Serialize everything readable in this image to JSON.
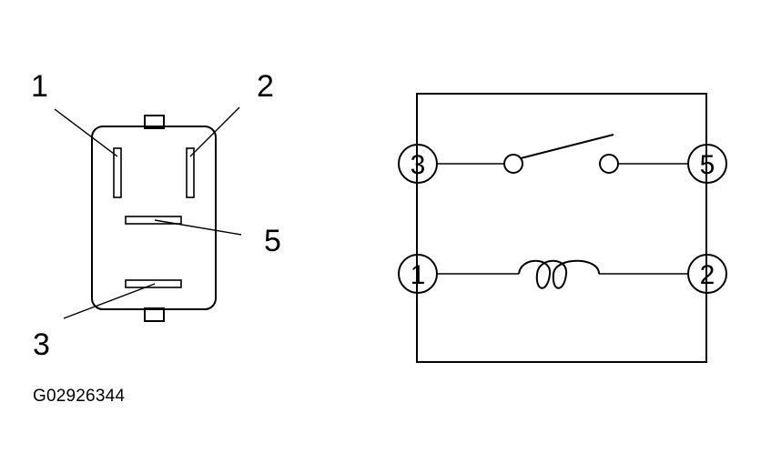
{
  "connector_view": {
    "callouts": {
      "pin1": "1",
      "pin2": "2",
      "pin5": "5",
      "pin3": "3"
    }
  },
  "schematic": {
    "terminals": {
      "t3": "3",
      "t5": "5",
      "t1": "1",
      "t2": "2"
    }
  },
  "figure_id": "G02926344"
}
